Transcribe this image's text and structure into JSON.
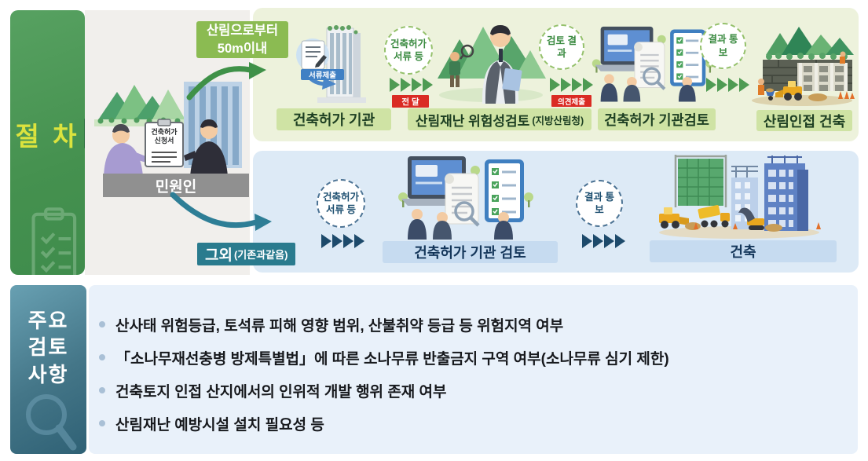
{
  "procedure": {
    "side_label": "절 차",
    "applicant": {
      "label": "민원인",
      "doc_line1": "건축허가",
      "doc_line2": "신청서"
    },
    "branch_forest_badge": "산림으로부터 50m이내",
    "branch_other": {
      "main": "그외",
      "sub": "(기존과같음)"
    },
    "top_row": {
      "ribbon": "서류제출",
      "steps": [
        {
          "label": "건축허가 기관"
        },
        {
          "label": "산림재난 위험성검토",
          "sub": "(지방산림청)"
        },
        {
          "label": "건축허가 기관검토"
        },
        {
          "label": "산림인접 건축"
        }
      ],
      "connectors": [
        {
          "circle": "건축허가 서류 등",
          "tag": "전 달"
        },
        {
          "circle": "검토 결과",
          "tag": "의견제출"
        },
        {
          "circle": "결과 통보"
        }
      ]
    },
    "bottom_row": {
      "steps": [
        {
          "label": "건축허가 기관 검토"
        },
        {
          "label": "건축"
        }
      ],
      "connectors": [
        {
          "circle": "건축허가 서류 등"
        },
        {
          "circle": "결과 통보"
        }
      ]
    }
  },
  "review": {
    "side_label_lines": [
      "주요",
      "검토",
      "사항"
    ],
    "items": [
      "산사태 위험등급, 토석류 피해 영향 범위, 산불취약 등급 등 위험지역 여부",
      "「소나무재선충병 방제특별법」에 따른 소나무류 반출금지 구역 여부(소나무류 심기 제한)",
      "건축토지 인접 산지에서의 인위적 개발 행위 존재 여부",
      "산림재난 예방시설 설치 필요성 등"
    ]
  },
  "colors": {
    "panel_green": "#4f9a59",
    "accent_yellow": "#dce33e",
    "forest_row_bg": "#edf2dc",
    "other_row_bg": "#ddeaf6",
    "badge_green": "#8bbb52",
    "badge_teal": "#2a7b8e",
    "tag_red": "#da2b24",
    "label_green_bg": "#cfe3a4",
    "label_blue_bg": "#c6dbf0",
    "navy": "#1d4f70",
    "review_side": "#3f7186",
    "review_bg": "#e9f1fa",
    "applicant_zone_bg": "#f1efec"
  }
}
